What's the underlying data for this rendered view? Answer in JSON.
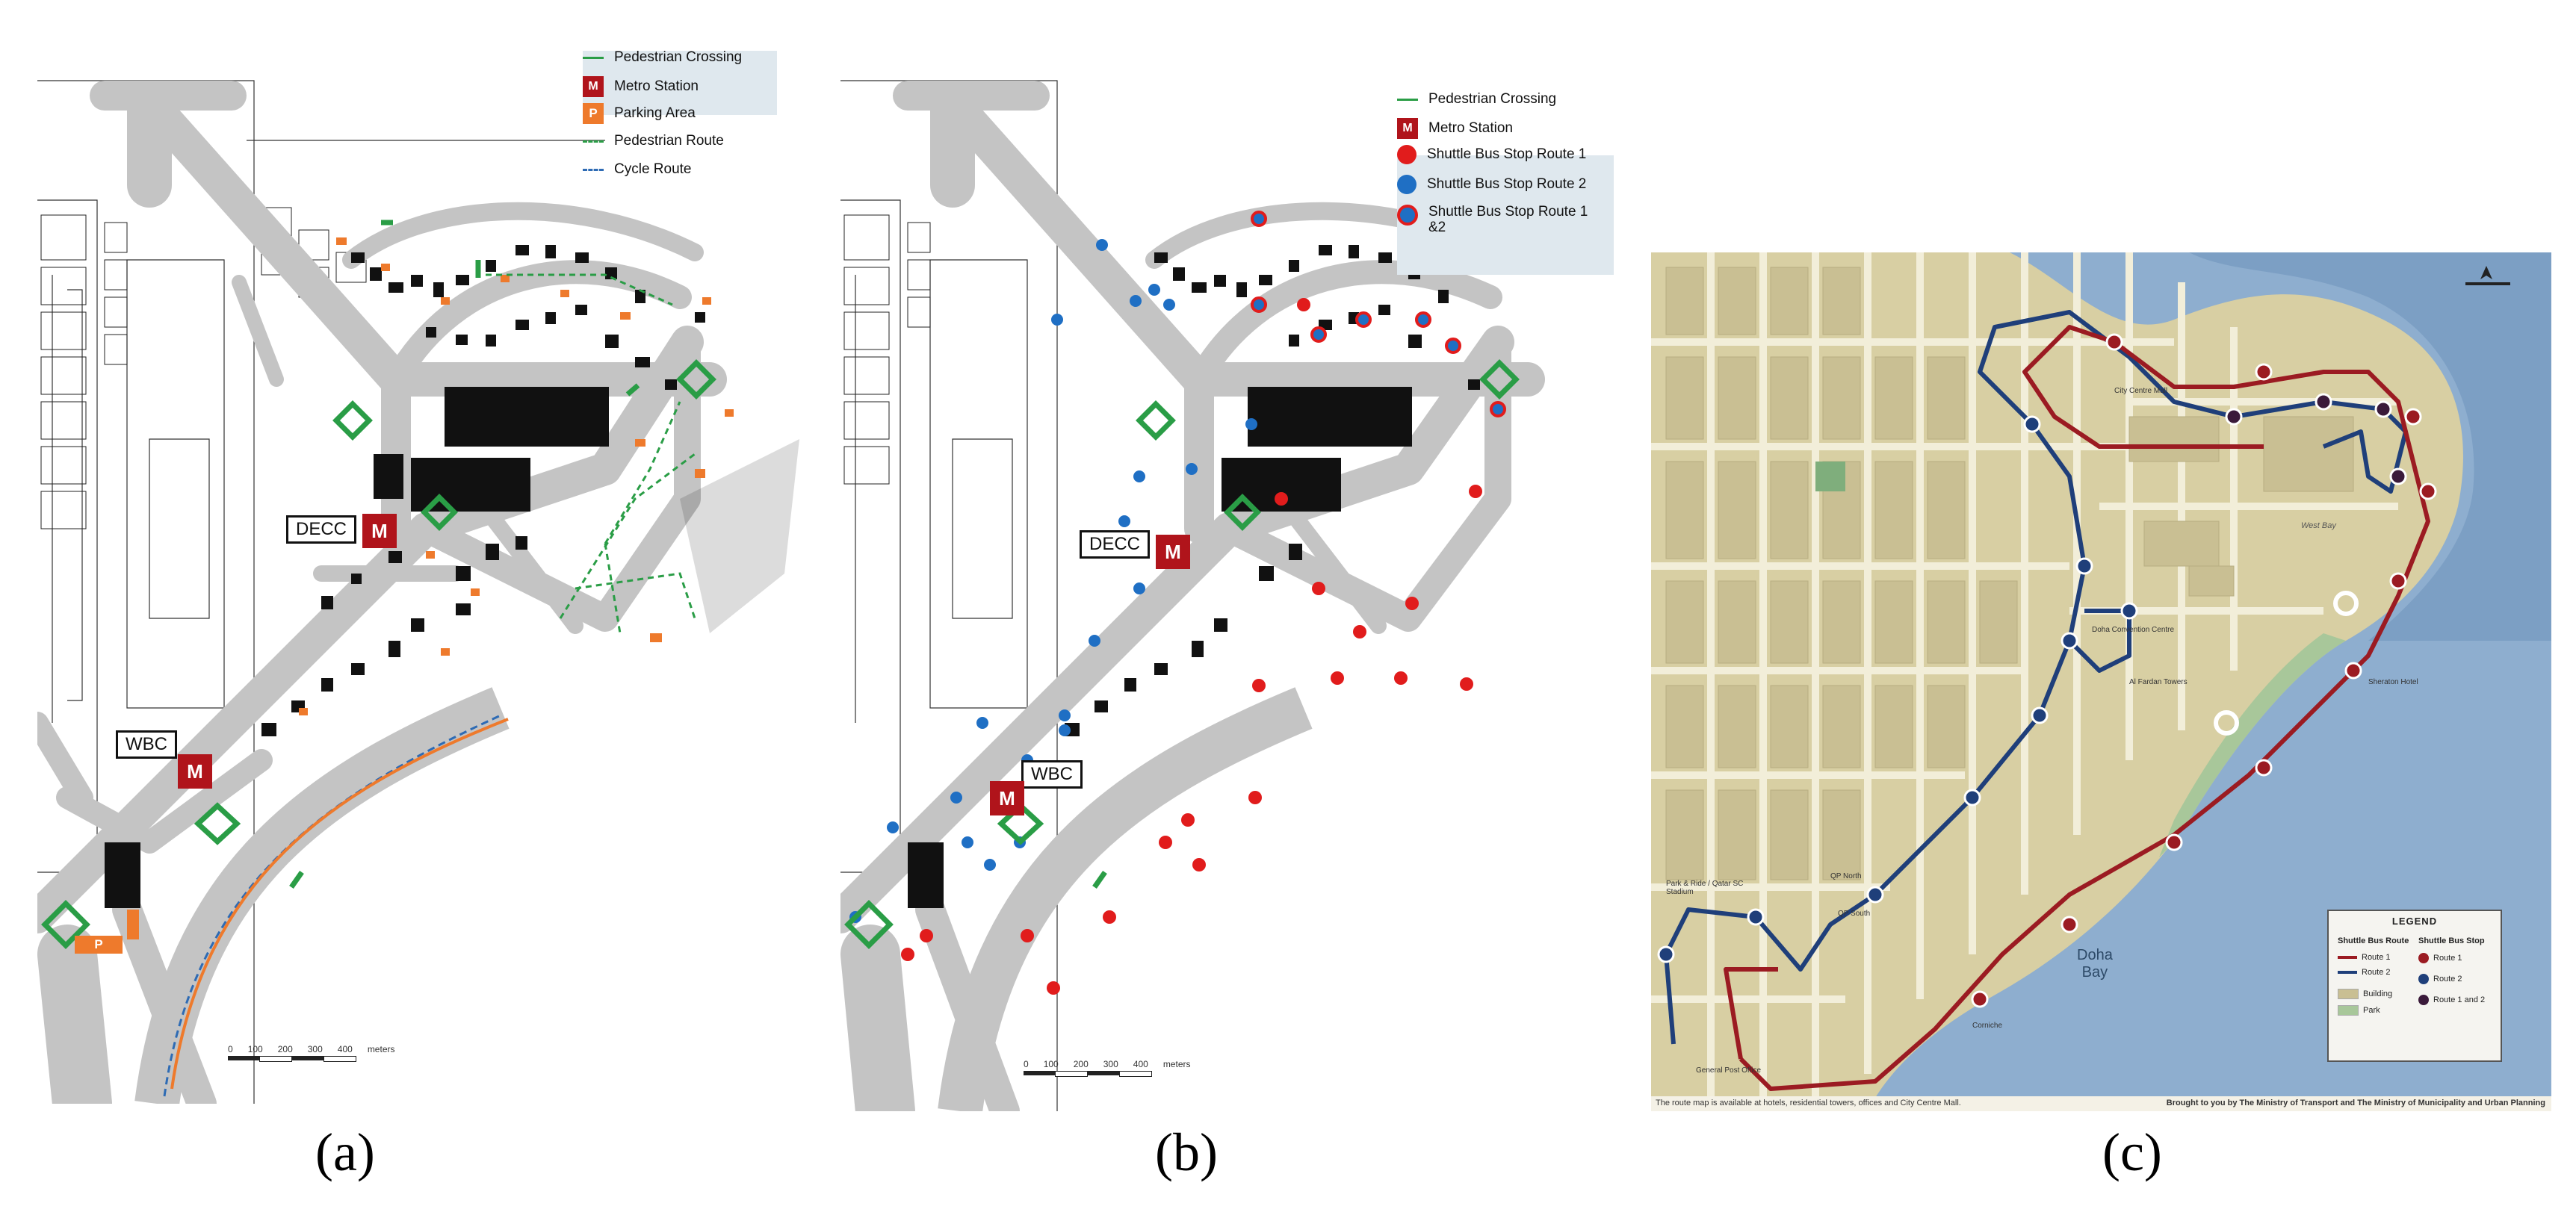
{
  "panels": {
    "a": {
      "caption": "(a)",
      "legend": [
        {
          "symbol": "green-line-icon",
          "label": "Pedestrian Crossing"
        },
        {
          "symbol": "metro-station-icon",
          "glyph": "M",
          "label": "Metro Station"
        },
        {
          "symbol": "parking-icon",
          "glyph": "P",
          "label": "Parking Area"
        },
        {
          "symbol": "green-dash-icon",
          "label": "Pedestrian Route"
        },
        {
          "symbol": "blue-dash-icon",
          "label": "Cycle Route"
        }
      ],
      "station_labels": {
        "decc": "DECC",
        "wbc": "WBC",
        "metro_glyph": "M"
      },
      "parking_glyph": "P",
      "scale": {
        "ticks": [
          "0",
          "100",
          "200",
          "300",
          "400"
        ],
        "unit": "meters"
      }
    },
    "b": {
      "caption": "(b)",
      "legend": [
        {
          "symbol": "green-line-icon",
          "label": "Pedestrian Crossing"
        },
        {
          "symbol": "metro-station-icon",
          "glyph": "M",
          "label": "Metro Station"
        },
        {
          "symbol": "red-dot-icon",
          "label": "Shuttle Bus Stop Route 1"
        },
        {
          "symbol": "blue-dot-icon",
          "label": "Shuttle Bus Stop Route 2"
        },
        {
          "symbol": "red-blue-dot-icon",
          "label": "Shuttle Bus Stop Route 1\n&2"
        }
      ],
      "station_labels": {
        "decc": "DECC",
        "wbc": "WBC",
        "metro_glyph": "M"
      },
      "scale": {
        "ticks": [
          "0",
          "100",
          "200",
          "300",
          "400"
        ],
        "unit": "meters"
      }
    },
    "c": {
      "caption": "(c)",
      "bay_label": "Doha\nBay",
      "legend": {
        "title": "LEGEND",
        "route_header": "Shuttle Bus Route",
        "stop_header": "Shuttle Bus Stop",
        "routes": [
          "Route 1",
          "Route 2"
        ],
        "areas": [
          "Building",
          "Park"
        ],
        "stops": [
          "Route 1",
          "Route 2",
          "Route 1 and 2"
        ]
      },
      "footer_left": "The route map is available at hotels, residential towers, offices and City Centre Mall.",
      "footer_right": "Brought to you by The Ministry of Transport and The Ministry of Municipality and Urban Planning",
      "stop_labels": [
        "City Centre Mall",
        "Al Fardan Towers",
        "Doha Convention Centre",
        "Sheraton Hotel",
        "Corniche",
        "General Post Office",
        "QP North",
        "QP South",
        "Park & Ride / Qatar SC Stadium",
        "West Bay"
      ]
    }
  },
  "colors": {
    "road": "#c4c4c4",
    "building": "#111111",
    "crossing": "#2a9d46",
    "metro": "#b0141b",
    "parking": "#ee7a2c",
    "route1": "#9b1b22",
    "route2": "#1f3f7a",
    "sea": "#7fa3c6",
    "land": "#d8cfa3"
  }
}
